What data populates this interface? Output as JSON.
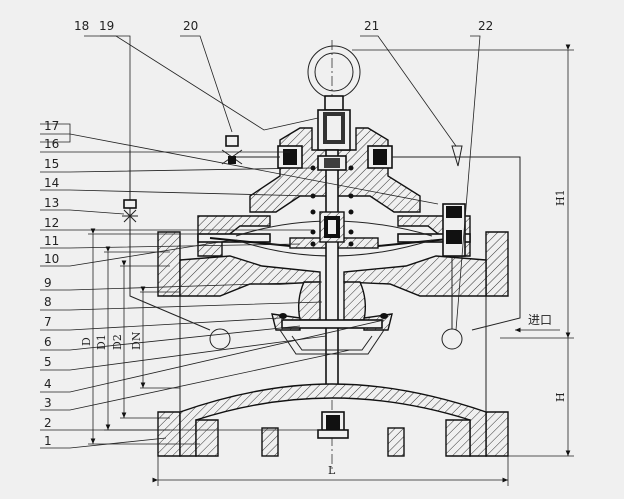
{
  "callouts": [
    "1",
    "2",
    "3",
    "4",
    "5",
    "6",
    "7",
    "8",
    "9",
    "10",
    "11",
    "12",
    "13",
    "14",
    "15",
    "16",
    "17",
    "18",
    "19",
    "20",
    "21",
    "22"
  ],
  "dimensions": {
    "D": "D",
    "D1": "D1",
    "D2": "D2",
    "DN": "DN",
    "H": "H",
    "H1": "H1",
    "L": "L"
  },
  "inlet_label": "进口"
}
